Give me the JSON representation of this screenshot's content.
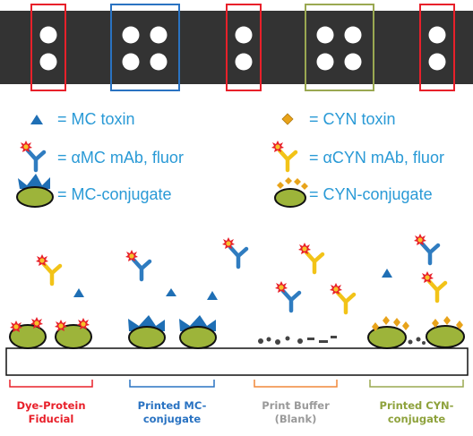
{
  "legend": {
    "mc_toxin": "= MC toxin",
    "cyn_toxin": "= CYN toxin",
    "amc_mab": "= αMC mAb, fluor",
    "acyn_mab": "= αCYN mAb, fluor",
    "mc_conjugate": "= MC-conjugate",
    "cyn_conjugate": "= CYN-conjugate"
  },
  "captions": {
    "fiducial": {
      "line1": "Dye-Protein",
      "line2": "Fiducial",
      "color": "#e8202a"
    },
    "mc": {
      "line1": "Printed MC-",
      "line2": "conjugate",
      "color": "#2a73c2"
    },
    "buffer": {
      "line1": "Print Buffer",
      "line2": "(Blank)",
      "color": "#9a9a9a"
    },
    "cyn": {
      "line1": "Printed CYN-",
      "line2": "conjugate",
      "color": "#8ea23c"
    }
  },
  "colors": {
    "strip": "#333333",
    "fiducial_box": "#e8202a",
    "mc_box": "#2a73c2",
    "buffer_box": "#f0883a",
    "cyn_box": "#9aa851",
    "legend_text": "#2a9ad6",
    "conjugate_body": "#9db43a",
    "mc_toxin": "#1f6fb5",
    "cyn_toxin": "#e8a31a",
    "amc_antibody": "#2f7cc0",
    "acyn_antibody": "#f2c318",
    "fluor": "#e8202a"
  },
  "icons": {
    "mc_toxin": "triangle",
    "cyn_toxin": "diamond",
    "antibody": "y-shape-with-starburst",
    "conjugate": "olive-ellipse-with-spikes"
  }
}
